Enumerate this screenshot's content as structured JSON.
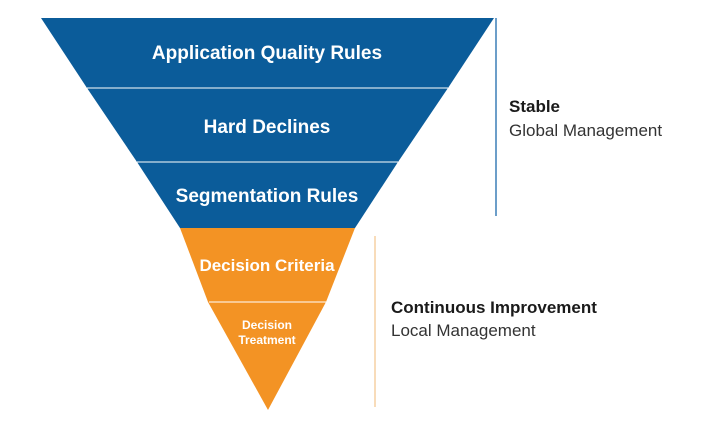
{
  "colors": {
    "blue": "#0b5c9a",
    "orange": "#f39324",
    "separator": "#ffffff",
    "blue_bracket": "#3b7fb7",
    "orange_bracket": "#f2c58c"
  },
  "funnel": {
    "layers": [
      {
        "label": "Application Quality Rules",
        "color": "blue"
      },
      {
        "label": "Hard Declines",
        "color": "blue"
      },
      {
        "label": "Segmentation Rules",
        "color": "blue"
      },
      {
        "label": "Decision Criteria",
        "color": "orange"
      },
      {
        "label": "Decision Treatment",
        "label_lines": [
          "Decision",
          "Treatment"
        ],
        "color": "orange"
      }
    ]
  },
  "groups": {
    "stable": {
      "title": "Stable",
      "subtitle": "Global Management"
    },
    "continuous": {
      "title": "Continuous Improvement",
      "subtitle": "Local Management"
    }
  }
}
